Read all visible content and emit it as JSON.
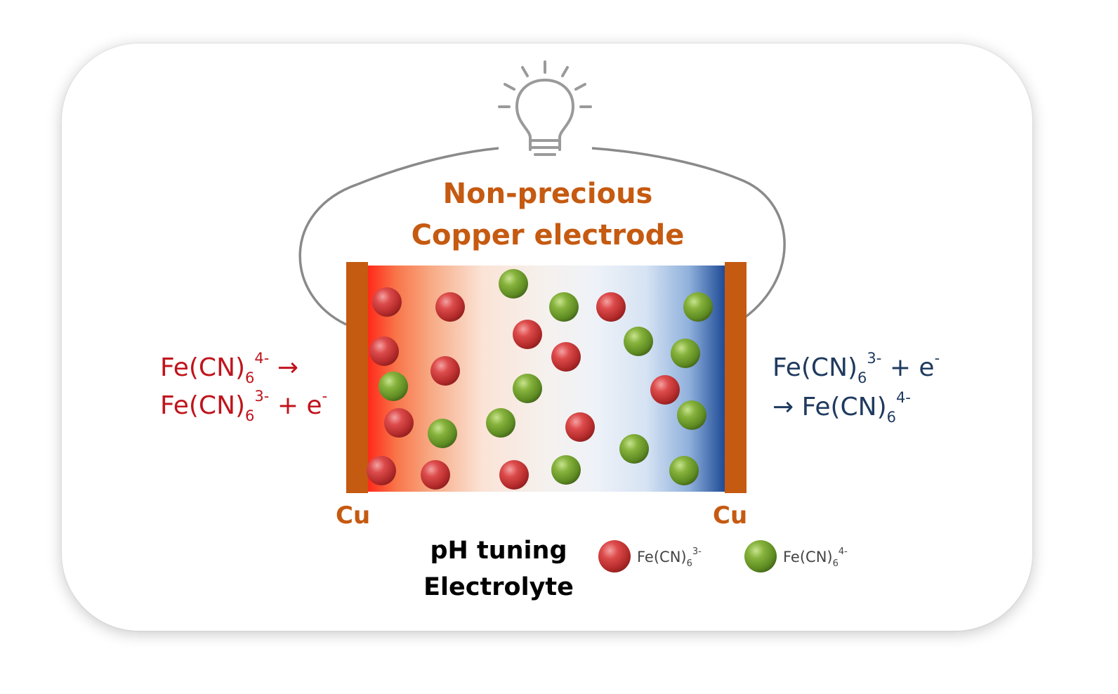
{
  "title": {
    "line1": "Non-precious",
    "line2": "Copper electrode"
  },
  "electrodes": {
    "left_label": "Cu",
    "right_label": "Cu"
  },
  "left_reaction": {
    "line1": {
      "prefix": "Fe(CN)",
      "sub": "6",
      "sup": "4-",
      "suffix": " →"
    },
    "line2": {
      "prefix": "Fe(CN)",
      "sub": "6",
      "sup": "3-",
      "suffix": " + e",
      "suffix_sup": "-"
    }
  },
  "right_reaction": {
    "line1": {
      "prefix": "Fe(CN)",
      "sub": "6",
      "sup": "3-",
      "suffix": " +  e",
      "suffix_sup": "-"
    },
    "line2": {
      "prefix": "→  Fe(CN)",
      "sub": "6",
      "sup": "4-"
    }
  },
  "electrolyte": {
    "line1": "pH tuning",
    "line2": "Electrolyte"
  },
  "legend": [
    {
      "species": "red",
      "prefix": "Fe(CN)",
      "sub": "6",
      "sup": "3-"
    },
    {
      "species": "green",
      "prefix": "Fe(CN)",
      "sub": "6",
      "sup": "4-"
    }
  ],
  "icons": {
    "lightbulb": "lightbulb-icon"
  },
  "colors": {
    "copper": "#c55a11",
    "oxidation_text": "#c0141c",
    "reduction_text": "#1f3a5f",
    "red_species": "#d2383c",
    "green_species": "#6f9a2c",
    "wire": "#8a8a8a"
  }
}
